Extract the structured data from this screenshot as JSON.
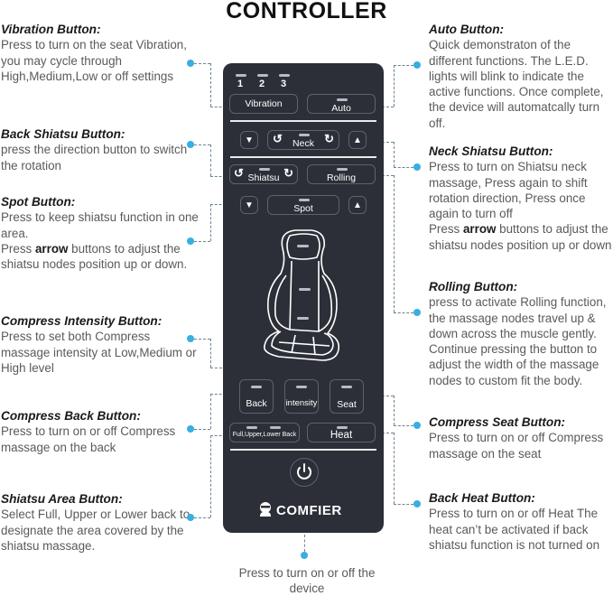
{
  "title": "CONTROLLER",
  "left_descriptions": [
    {
      "heading": "Vibration Button:",
      "body": "Press to turn on the seat Vibration, you may cycle through High,Medium,Low or off settings"
    },
    {
      "heading": "Back Shiatsu Button:",
      "body": "press the direction button to switch the rotation"
    },
    {
      "heading": "Spot Button:",
      "body": "Press to keep shiatsu function in one area.",
      "body2_prefix": "Press ",
      "body2_bold": "arrow",
      "body2_suffix": " buttons to adjust the shiatsu nodes position up or down."
    },
    {
      "heading": "Compress Intensity Button:",
      "body": "Press to set both Compress massage intensity at Low,Medium or High level"
    },
    {
      "heading": "Compress Back Button:",
      "body": "Press to turn on or off Compress massage on the back"
    },
    {
      "heading": "Shiatsu Area Button:",
      "body": "Select Full, Upper or Lower back to designate the area covered by the shiatsu massage."
    }
  ],
  "right_descriptions": [
    {
      "heading": "Auto Button:",
      "body": "Quick demonstraton of the different functions. The L.E.D. lights will blink to indicate the active functions. Once complete, the device will automatcally turn off."
    },
    {
      "heading": "Neck Shiatsu Button:",
      "body": "Press to turn on Shiatsu neck massage, Press again to shift rotation direction, Press once again to turn off",
      "body2_prefix": "Press ",
      "body2_bold": "arrow",
      "body2_suffix": " buttons to adjust the shiatsu nodes position up or down"
    },
    {
      "heading": "Rolling Button:",
      "body": "press to activate Rolling function, the massage nodes travel up & down across the muscle gently. Continue pressing the button to adjust the width of the massage nodes to custom fit the body."
    },
    {
      "heading": "Compress Seat Button:",
      "body": "Press to turn on or off Compress massage on the seat"
    },
    {
      "heading": "Back Heat Button:",
      "body": "Press to turn on or off Heat The heat can’t be activated if back shiatsu function is not turned on"
    }
  ],
  "bottom_description": "Press to turn on or off the device",
  "remote": {
    "level_numbers": [
      "1",
      "2",
      "3"
    ],
    "vibration": "Vibration",
    "auto": "Auto",
    "down_arrow": "▼",
    "up_arrow": "▲",
    "neck": "Neck",
    "shiatsu": "Shiatsu",
    "rolling": "Rolling",
    "spot": "Spot",
    "back": "Back",
    "intensity": "intensity",
    "seat": "Seat",
    "area": "Full,Upper,Lower Back",
    "heat": "Heat",
    "brand": "COMFIER",
    "rotate_ccw": "↻",
    "rotate_cw": "↺"
  },
  "colors": {
    "remote_bg": "#2c2f37",
    "connector_dot": "#39aee0",
    "led": "#b7bbc2"
  }
}
